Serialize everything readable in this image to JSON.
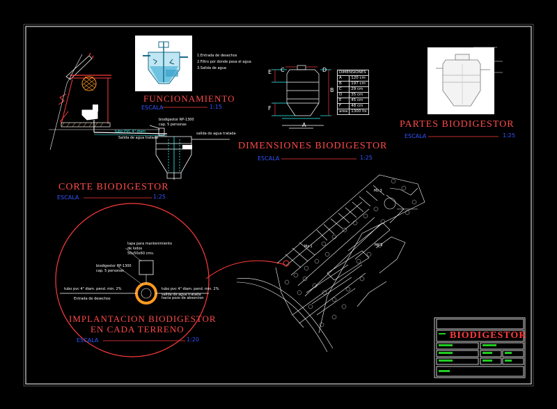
{
  "sections": {
    "funcionamiento": {
      "title": "FUNCIONAMIENTO",
      "escala": "ESCALA",
      "scale": "1:15"
    },
    "dimensiones": {
      "title": "DIMENSIONES BIODIGESTOR",
      "escala": "ESCALA",
      "scale": "1:25"
    },
    "partes": {
      "title": "PARTES BIODIGESTOR",
      "escala": "ESCALA",
      "scale": "1:25"
    },
    "corte": {
      "title": "CORTE BIODIGESTOR",
      "escala": "ESCALA",
      "scale": "1:25"
    },
    "implantacion": {
      "title_line1": "IMPLANTACION BIODIGESTOR",
      "title_line2": "EN CADA TERRENO",
      "escala": "ESCALA",
      "scale": "1:20"
    }
  },
  "funcionamiento_notes": [
    "1.Entrada de desechos",
    "2.Filtro por donde pasa el agua",
    "3.Salida de agua"
  ],
  "dimension_labels": {
    "a": "A",
    "b": "B",
    "c": "C",
    "d": "D",
    "e": "E",
    "f": "F"
  },
  "dimension_table": {
    "header": "DIMENSIONES",
    "rows": [
      {
        "k": "A",
        "v": "120 cm"
      },
      {
        "k": "B",
        "v": "197 cm"
      },
      {
        "k": "C",
        "v": "29 cm"
      },
      {
        "k": "D",
        "v": "35 cm"
      },
      {
        "k": "E",
        "v": "45 cm"
      },
      {
        "k": "F",
        "v": "48 cm"
      },
      {
        "k": "area",
        "v": "1300 lts"
      }
    ]
  },
  "corte_notes": {
    "biodigestor": "biodigestor RP-1300",
    "cap": "cap. 5 personas",
    "tubo": "tubo PVC 4\" diam",
    "salida": "Salida de agua tratada",
    "salida2": "salida de agua tratada"
  },
  "implantacion_notes": {
    "tapa": "tapa para mantenimiento",
    "tapa2": "de lodos",
    "tapa3": "50x50x60 cms.",
    "bio": "biodigestor RP-1300",
    "bio2": "cap. 5 personas",
    "tubo_izq": "tubo pvc 4\" diam. pend. min. 2%",
    "tubo_der": "tubo pvc 4\" diam. pend. min. 2%",
    "salida_der": "salida de agua tratada hacia pozo de absorcion",
    "entrada": "Entrada de desechos"
  },
  "map_labels": {
    "zona1": "Mz 3",
    "zona2": "Mz 2",
    "zona3": "Mz 1"
  },
  "title_block": {
    "title": "BIODIGESTOR"
  },
  "colors": {
    "background": "#000000",
    "title": "#ff4a4a",
    "escala": "#3355ff",
    "line": "#ffffff",
    "cyan": "#33ffff"
  }
}
